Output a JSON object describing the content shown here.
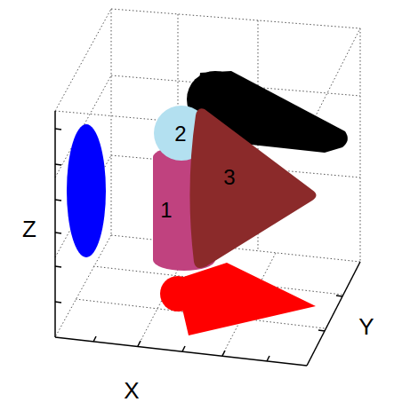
{
  "diagram": {
    "nodes": [
      {
        "text": [
          "1"
        ]
      },
      {
        "text": [
          "2"
        ]
      },
      {
        "text": [
          "3"
        ]
      }
    ],
    "labels": [
      "Z",
      "X",
      "Y"
    ]
  }
}
